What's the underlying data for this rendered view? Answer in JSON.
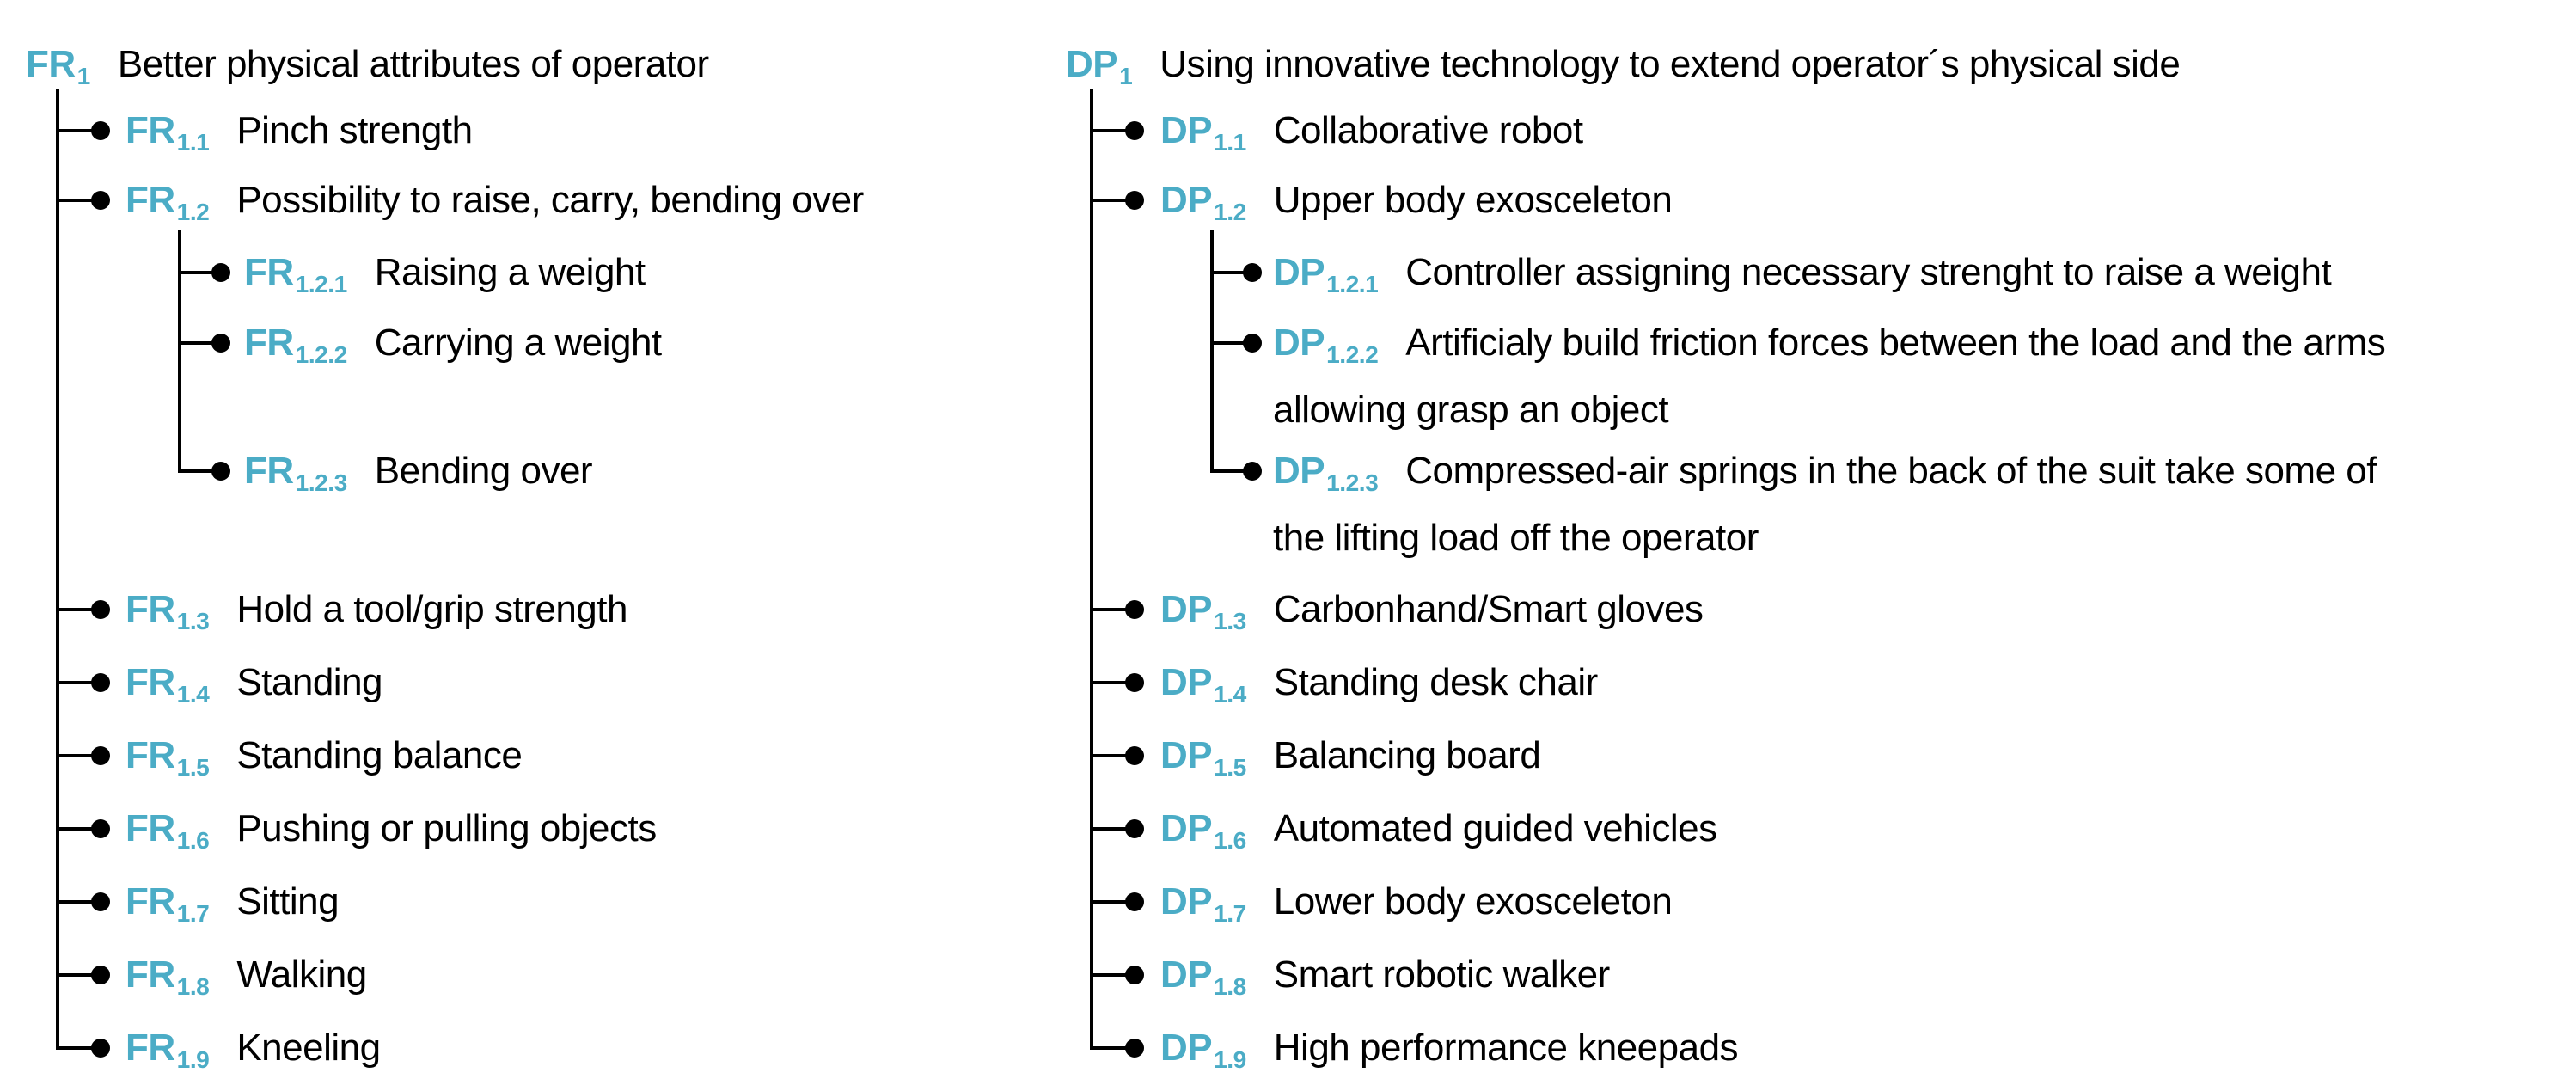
{
  "colors": {
    "accent": "#4BACC6",
    "text": "#000000",
    "line": "#000000",
    "background": "#FFFFFF"
  },
  "fr_tree": {
    "root": {
      "prefix": "FR",
      "subscript": "1",
      "label": "Better physical attributes of operator"
    },
    "children": [
      {
        "prefix": "FR",
        "subscript": "1.1",
        "label": "Pinch strength"
      },
      {
        "prefix": "FR",
        "subscript": "1.2",
        "label": "Possibility to raise, carry, bending over",
        "children": [
          {
            "prefix": "FR",
            "subscript": "1.2.1",
            "label": "Raising a weight"
          },
          {
            "prefix": "FR",
            "subscript": "1.2.2",
            "label": "Carrying a weight"
          },
          {
            "prefix": "FR",
            "subscript": "1.2.3",
            "label": "Bending over"
          }
        ]
      },
      {
        "prefix": "FR",
        "subscript": "1.3",
        "label": "Hold a tool/grip strength"
      },
      {
        "prefix": "FR",
        "subscript": "1.4",
        "label": "Standing"
      },
      {
        "prefix": "FR",
        "subscript": "1.5",
        "label": "Standing balance"
      },
      {
        "prefix": "FR",
        "subscript": "1.6",
        "label": "Pushing or pulling objects"
      },
      {
        "prefix": "FR",
        "subscript": "1.7",
        "label": "Sitting"
      },
      {
        "prefix": "FR",
        "subscript": "1.8",
        "label": "Walking"
      },
      {
        "prefix": "FR",
        "subscript": "1.9",
        "label": "Kneeling"
      }
    ]
  },
  "dp_tree": {
    "root": {
      "prefix": "DP",
      "subscript": "1",
      "label": "Using innovative technology to extend operator´s physical side"
    },
    "children": [
      {
        "prefix": "DP",
        "subscript": "1.1",
        "label": "Collaborative robot"
      },
      {
        "prefix": "DP",
        "subscript": "1.2",
        "label": "Upper body exosceleton",
        "children": [
          {
            "prefix": "DP",
            "subscript": "1.2.1",
            "label": "Controller assigning necessary strenght to raise a weight"
          },
          {
            "prefix": "DP",
            "subscript": "1.2.2",
            "label": "Artificialy build friction forces between the load and the arms allowing grasp an object"
          },
          {
            "prefix": "DP",
            "subscript": "1.2.3",
            "label": "Compressed-air springs in the back of the suit take some of the lifting load off the operator"
          }
        ]
      },
      {
        "prefix": "DP",
        "subscript": "1.3",
        "label": "Carbonhand/Smart gloves"
      },
      {
        "prefix": "DP",
        "subscript": "1.4",
        "label": "Standing desk chair"
      },
      {
        "prefix": "DP",
        "subscript": "1.5",
        "label": "Balancing board"
      },
      {
        "prefix": "DP",
        "subscript": "1.6",
        "label": "Automated guided vehicles"
      },
      {
        "prefix": "DP",
        "subscript": "1.7",
        "label": "Lower body exosceleton"
      },
      {
        "prefix": "DP",
        "subscript": "1.8",
        "label": "Smart robotic walker"
      },
      {
        "prefix": "DP",
        "subscript": "1.9",
        "label": "High performance kneepads"
      }
    ]
  }
}
